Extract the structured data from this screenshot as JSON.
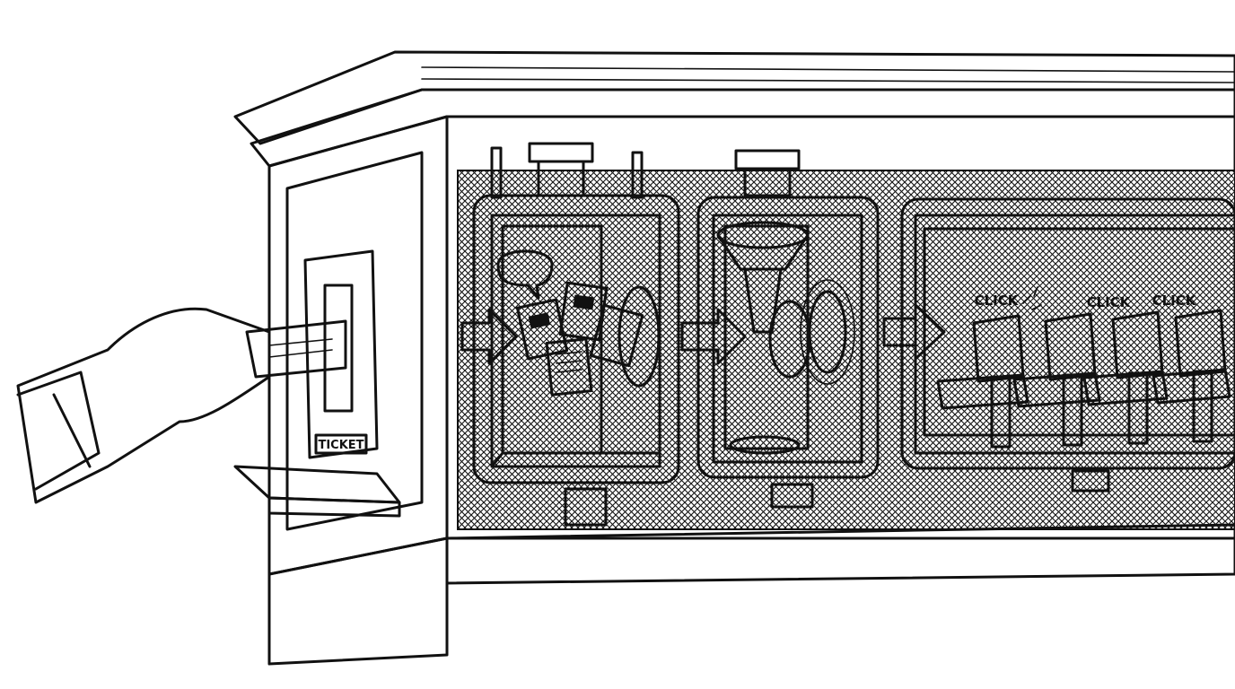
{
  "scene": {
    "labels": {
      "ticket": "TICKET",
      "click_1": "CLICK",
      "click_2": "CLICK",
      "click_3": "CLICK"
    },
    "colors": {
      "ink": "#111111",
      "paper": "#ffffff",
      "shade": "#3a3a3a",
      "light": "#e8e8e8"
    },
    "icons": [
      "hand-icon",
      "ticket-paper-icon",
      "speech-bubble-icon",
      "cards-icon",
      "arrow-right-icon",
      "funnel-icon",
      "theater-seat-icon"
    ]
  }
}
